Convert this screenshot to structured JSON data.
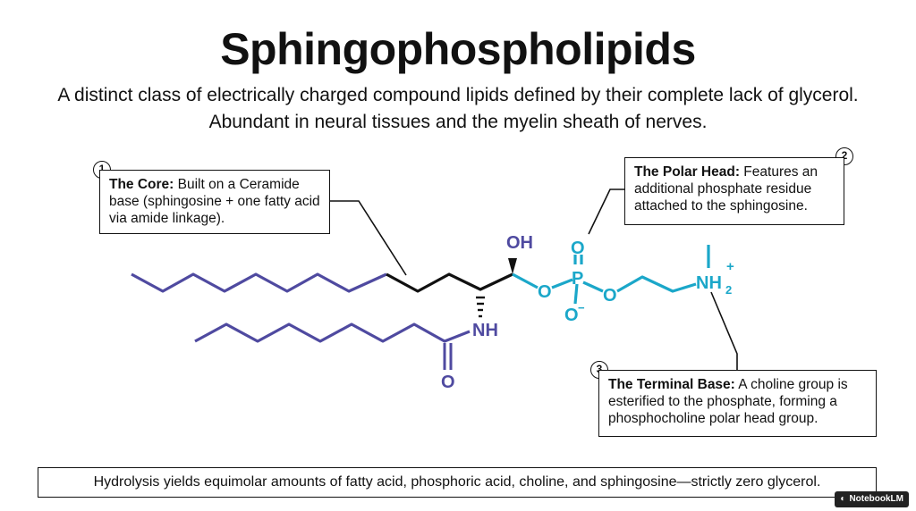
{
  "title": "Sphingophospholipids",
  "subtitle": "A distinct class of electrically charged compound lipids defined by their complete lack of glycerol. Abundant in neural tissues and the myelin sheath of nerves.",
  "callouts": [
    {
      "number": "1",
      "heading": "The Core:",
      "text": " Built on a Ceramide base (sphingosine + one fatty acid via amide linkage)."
    },
    {
      "number": "2",
      "heading": "The Polar Head:",
      "text": " Features an additional phosphate residue attached to the sphingosine."
    },
    {
      "number": "3",
      "heading": "The Terminal Base:",
      "text": " A choline group is esterified to the phosphate, forming a phosphocholine polar head group."
    }
  ],
  "molecule_labels": {
    "oh": "OH",
    "nh": "NH",
    "carbonyl_o": "O",
    "p": "P",
    "p_double_o": "O",
    "o_left": "O",
    "o_right": "O",
    "o_minus": "O",
    "minus": "−",
    "nh2": "NH",
    "nh2_sub": "2",
    "plus": "+"
  },
  "colors": {
    "tail": "#4f4aa0",
    "backbone": "#111111",
    "phosphate": "#1ba7c9",
    "text": "#111111"
  },
  "footer": "Hydrolysis yields equimolar amounts of fatty acid, phosphoric acid, choline, and sphingosine—strictly zero glycerol.",
  "brand": "NotebookLM"
}
